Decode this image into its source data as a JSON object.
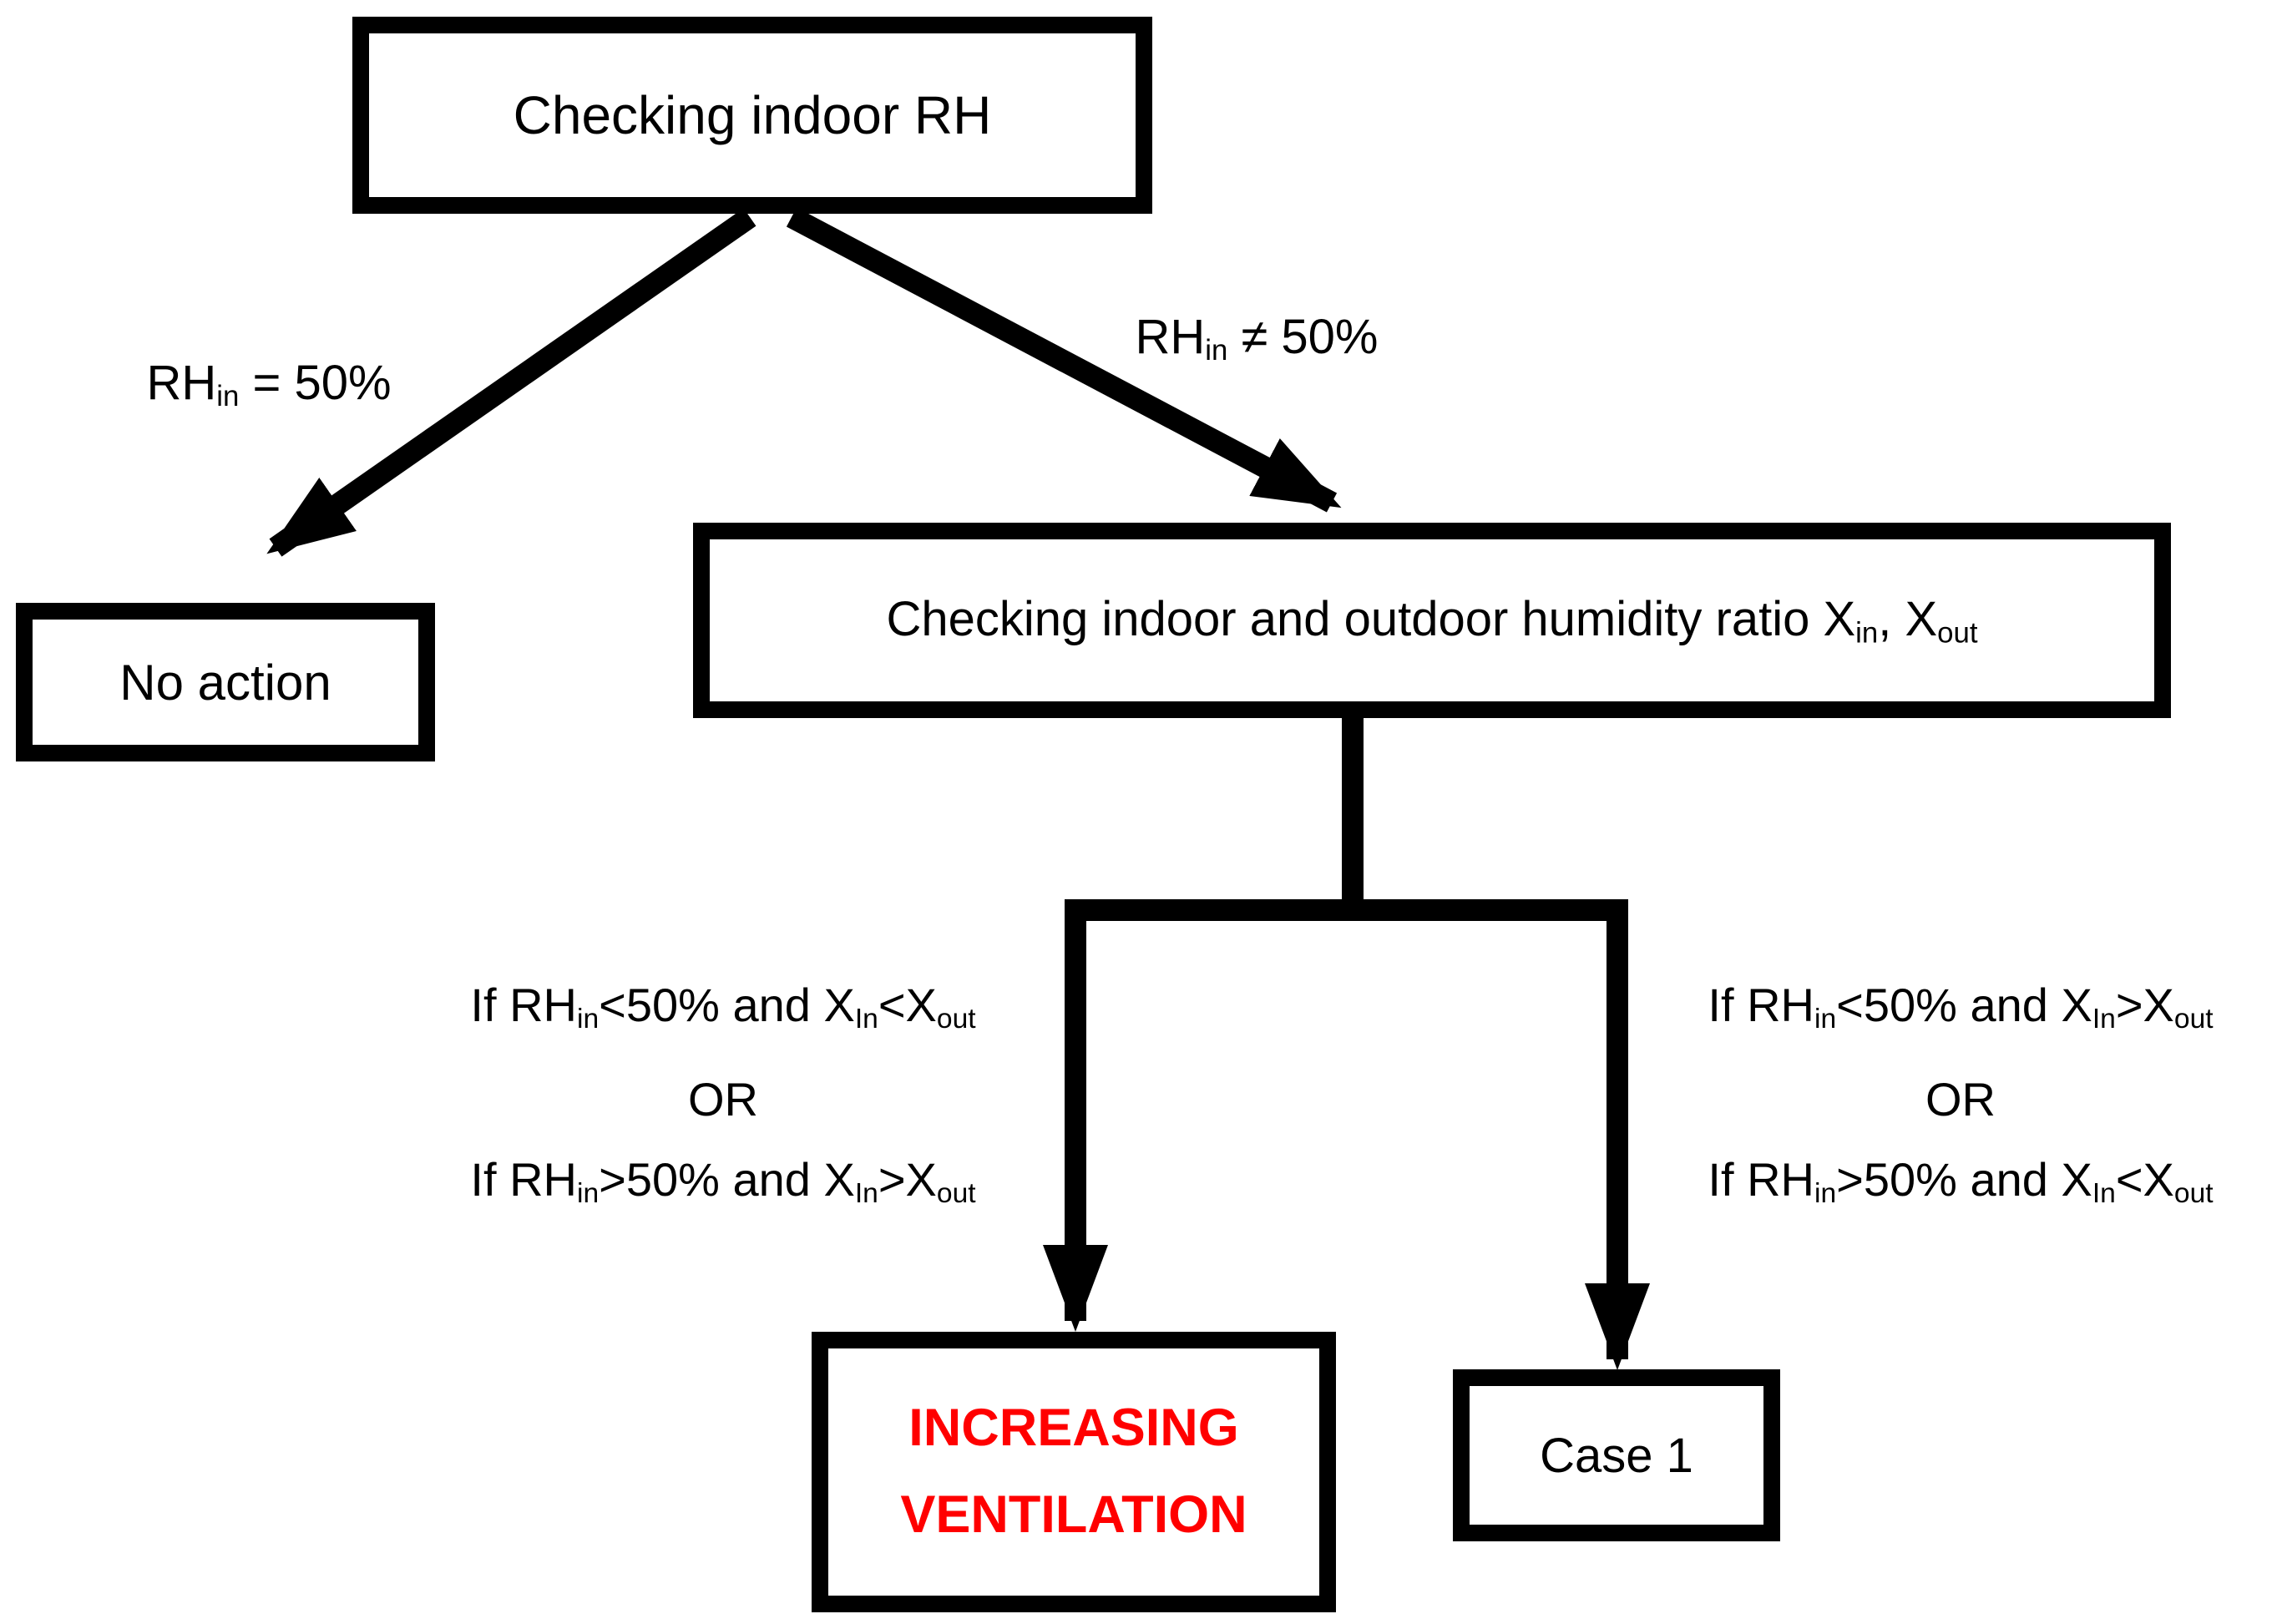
{
  "canvas": {
    "background_color": "#ffffff",
    "ink_color": "#000000",
    "alert_color": "#ff0000"
  },
  "nodes": {
    "check_rh": {
      "label": "Checking indoor RH"
    },
    "no_action": {
      "label": "No action"
    },
    "check_x": {
      "label": "Checking indoor and outdoor humidity ratio X_{in}, X_{out}"
    },
    "increase_vent": {
      "label": "INCREASING VENTILATION"
    },
    "case1": {
      "label": "Case 1"
    }
  },
  "edges": {
    "rh_equal": {
      "label": "RH_{in} = 50%"
    },
    "rh_not_equal": {
      "label": "RH_{in} ≠ 50%"
    },
    "left_condition": {
      "lines": [
        "If RH_{in}<50% and X_{In}<X_{out}",
        "OR",
        "If RH_{in}>50% and X_{In}>X_{out}"
      ]
    },
    "right_condition": {
      "lines": [
        "If RH_{in}<50% and X_{In}>X_{out}",
        "OR",
        "If RH_{in}>50% and X_{In}<X_{out}"
      ]
    }
  }
}
